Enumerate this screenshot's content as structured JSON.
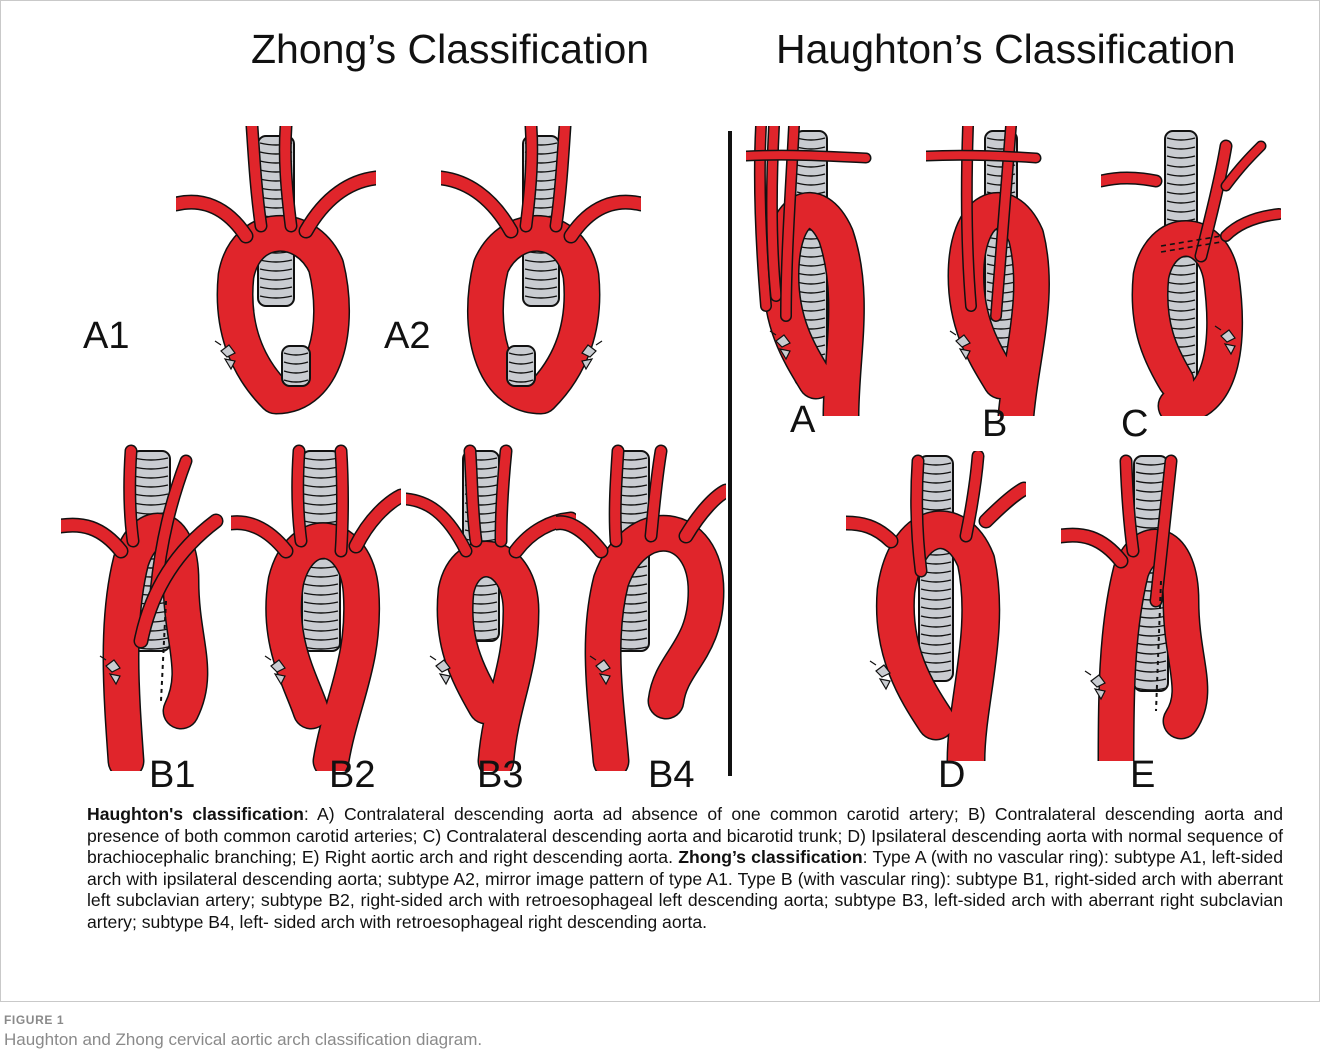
{
  "titles": {
    "zhong": "Zhong’s Classification",
    "haughton": "Haughton’s Classification"
  },
  "colors": {
    "artery": "#e0252b",
    "trachea": "#c9ccd1",
    "outline": "#111111"
  },
  "zhong_panels": [
    {
      "id": "A1",
      "label": "A1"
    },
    {
      "id": "A2",
      "label": "A2"
    },
    {
      "id": "B1",
      "label": "B1"
    },
    {
      "id": "B2",
      "label": "B2"
    },
    {
      "id": "B3",
      "label": "B3"
    },
    {
      "id": "B4",
      "label": "B4"
    }
  ],
  "haughton_panels": [
    {
      "id": "A",
      "label": "A"
    },
    {
      "id": "B",
      "label": "B"
    },
    {
      "id": "C",
      "label": "C"
    },
    {
      "id": "D",
      "label": "D"
    },
    {
      "id": "E",
      "label": "E"
    }
  ],
  "caption": {
    "haughton_heading": "Haughton's classification",
    "haughton_text": ": A) Contralateral descending aorta ad absence of one common carotid artery; B) Contralateral descending aorta and presence of both common carotid arteries; C) Contralateral descending aorta and bicarotid trunk; D) Ipsilateral descending aorta with normal sequence of brachiocephalic branching; E) Right aortic arch and right descending aorta.",
    "zhong_heading": "Zhong’s classification",
    "zhong_text": ": Type A (with no vascular ring): subtype A1, left-sided arch with ipsilateral descending aorta; subtype A2, mirror image pattern of type A1. Type B (with vascular ring): subtype B1, right-sided arch with aberrant left subclavian artery; subtype B2, right-sided arch with retroesophageal left descending aorta; subtype B3, left-sided arch with aberrant right subclavian artery; subtype B4, left- sided arch with retroesophageal right descending aorta."
  },
  "figure": {
    "label": "FIGURE 1",
    "caption": "Haughton and Zhong cervical aortic arch classification diagram."
  }
}
